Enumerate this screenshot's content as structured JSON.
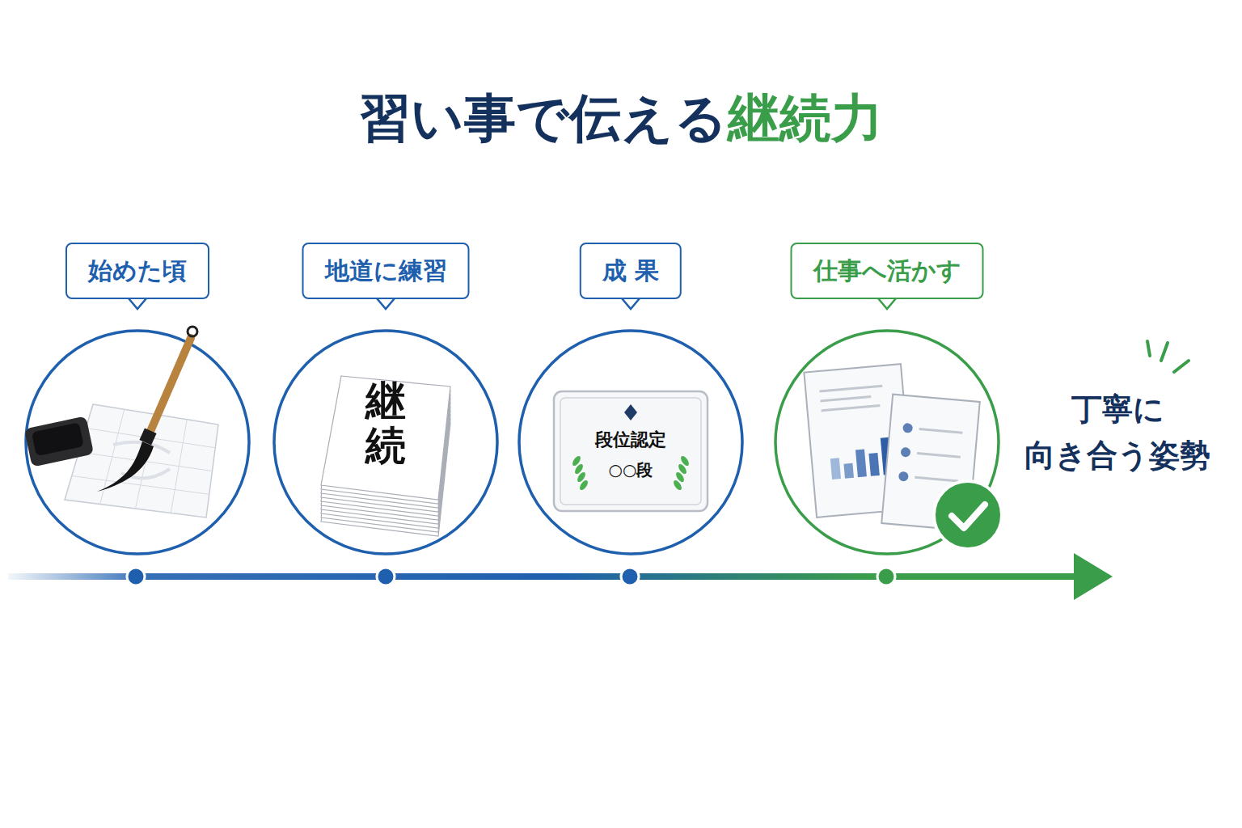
{
  "diagram": {
    "title": "習い事で伝える継続力",
    "nodes": [
      {
        "text": [
          "始めた頃"
        ]
      },
      {
        "text": [
          "地道に練習",
          "継続"
        ]
      },
      {
        "text": [
          "成 果",
          "段位認定",
          "○○段"
        ]
      },
      {
        "text": [
          "仕事へ活かす"
        ]
      }
    ],
    "labels": [
      "丁寧に 向き合う姿勢"
    ]
  }
}
